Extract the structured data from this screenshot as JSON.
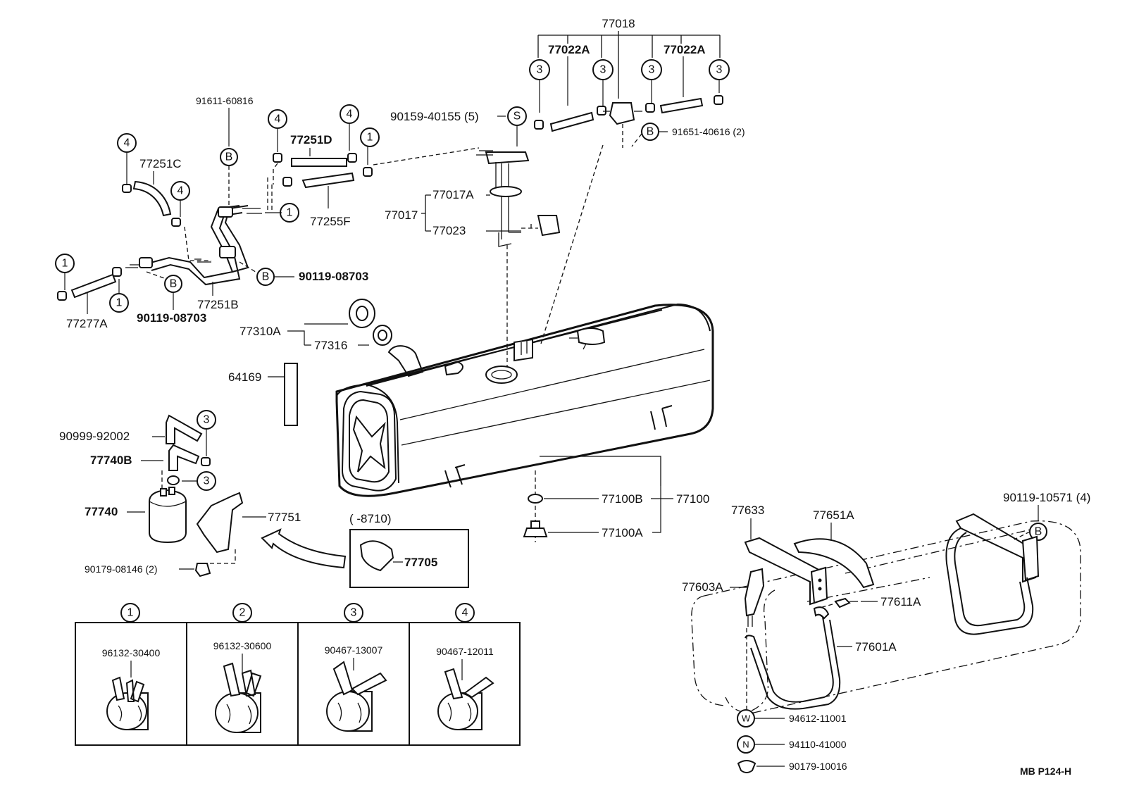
{
  "diagram": {
    "labels": {
      "p77018": "77018",
      "p77022A_left": "77022A",
      "p77022A_right": "77022A",
      "p91611_60816": "91611-60816",
      "p90159_40155": "90159-40155 (5)",
      "p91651_40616": "91651-40616 (2)",
      "p77251C": "77251C",
      "p77251D": "77251D",
      "p77255F": "77255F",
      "p77017A": "77017A",
      "p77017": "77017",
      "p77023": "77023",
      "p90119_08703_right": "90119-08703",
      "p90119_08703_left": "90119-08703",
      "p77251B": "77251B",
      "p77277A": "77277A",
      "p77310A": "77310A",
      "p77316": "77316",
      "p64169": "64169",
      "p90999_92002": "90999-92002",
      "p77740B": "77740B",
      "p77740": "77740",
      "p77751": "77751",
      "p90179_08146": "90179-08146 (2)",
      "p8710": "(      -8710)",
      "p77705": "77705",
      "p77100B": "77100B",
      "p77100": "77100",
      "p77100A": "77100A",
      "p77633": "77633",
      "p77651A": "77651A",
      "p90119_10571": "90119-10571 (4)",
      "p77603A": "77603A",
      "p77611A": "77611A",
      "p77601A": "77601A",
      "p94612_11001": "94612-11001",
      "p94110_41000": "94110-41000",
      "p90179_10016": "90179-10016",
      "code": "MB  P124-H"
    },
    "markers": {
      "one": "1",
      "two": "2",
      "three": "3",
      "four": "4",
      "B": "B",
      "S": "S",
      "W": "W",
      "N": "N"
    },
    "clamp_table": [
      {
        "marker": "1",
        "part": "96132-30400"
      },
      {
        "marker": "2",
        "part": "96132-30600"
      },
      {
        "marker": "3",
        "part": "90467-13007"
      },
      {
        "marker": "4",
        "part": "90467-12011"
      }
    ]
  }
}
